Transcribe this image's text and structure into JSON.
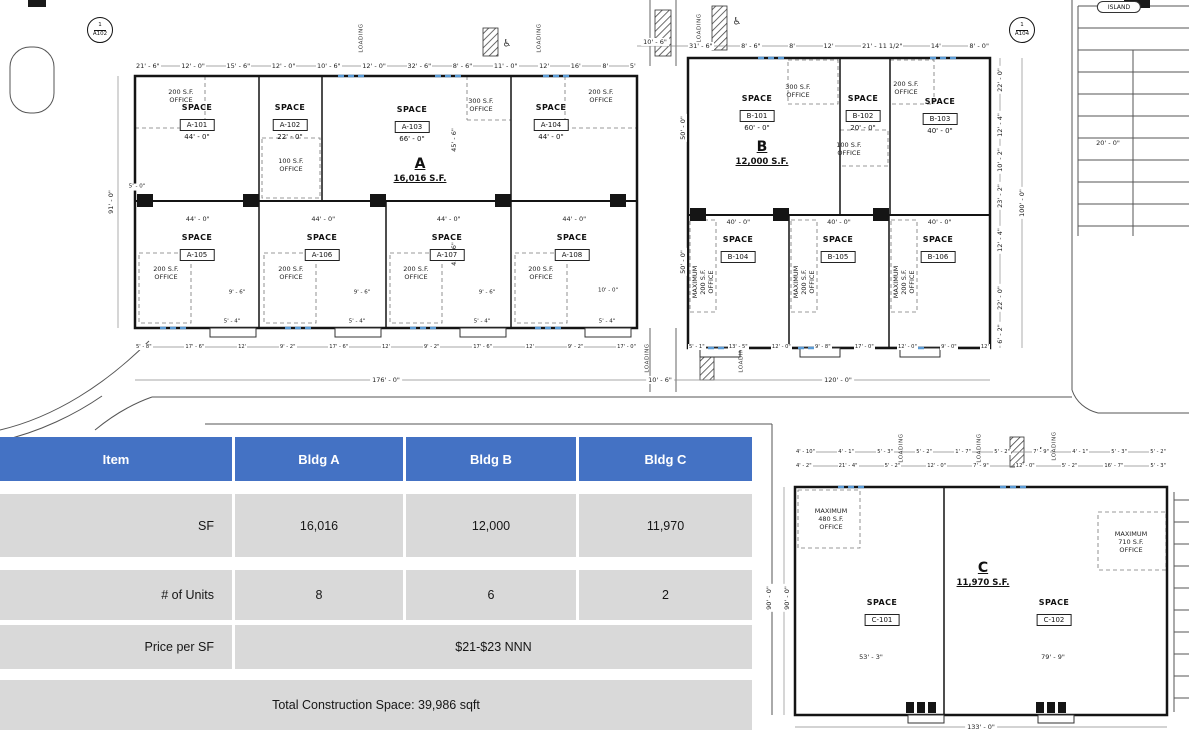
{
  "site": {
    "island": "ISLAND",
    "loading": "LOADING",
    "gap_top": "10' - 6\"",
    "gap_bottom": "10' - 6\"",
    "stall_dim": "20' - 0\"",
    "ref1": {
      "num": "1",
      "sheet": "A102"
    },
    "ref2": {
      "num": "1",
      "sheet": "A104"
    }
  },
  "icons": {
    "accessible": "♿"
  },
  "bldgA": {
    "letter": "A",
    "area": "16,016 S.F.",
    "top_dims": [
      "21' - 6\"",
      "12' - 0\"",
      "15' - 6\"",
      "12' - 0\"",
      "10' - 6\"",
      "12' - 0\"",
      "32' - 6\"",
      "8' - 6\"",
      "11' - 0\"",
      "12'",
      "16'",
      "8'",
      "5'"
    ],
    "left_dim": "91' - 0\"",
    "left_small": "5' - 0\"",
    "half_dim_top": "45' - 6\"",
    "half_dim_bottom": "45' - 6\"",
    "mid_dims": [
      "44' - 0\"",
      "44' - 0\"",
      "44' - 0\"",
      "44' - 0\""
    ],
    "spaces_top": [
      {
        "t": "SPACE",
        "id": "A-101",
        "w": "44' - 0\""
      },
      {
        "t": "SPACE",
        "id": "A-102",
        "w": "22' - 0\""
      },
      {
        "t": "SPACE",
        "id": "A-103",
        "w": "66' - 0\""
      },
      {
        "t": "SPACE",
        "id": "A-104",
        "w": "44' - 0\""
      }
    ],
    "spaces_bottom": [
      {
        "t": "SPACE",
        "id": "A-105"
      },
      {
        "t": "SPACE",
        "id": "A-106"
      },
      {
        "t": "SPACE",
        "id": "A-107"
      },
      {
        "t": "SPACE",
        "id": "A-108"
      }
    ],
    "offices": [
      "200 S.F.\nOFFICE",
      "200 S.F.\nOFFICE",
      "300 S.F.\nOFFICE",
      "100 S.F.\nOFFICE",
      "200 S.F.\nOFFICE",
      "200 S.F.\nOFFICE",
      "200 S.F.\nOFFICE",
      "200 S.F.\nOFFICE"
    ],
    "door_dims": [
      "9' - 6\"",
      "9' - 6\"",
      "9' - 6\"",
      "10' - 0\""
    ],
    "notch_dims": [
      "5' - 4\"",
      "5' - 4\"",
      "5' - 4\"",
      "5' - 4\""
    ],
    "bottom_dims": [
      "5' - 8\"",
      "17' - 6\"",
      "12'",
      "9' - 2\"",
      "17' - 6\"",
      "12'",
      "9' - 2\"",
      "17' - 6\"",
      "12'",
      "9' - 2\"",
      "17' - 0\""
    ],
    "overall_width": "176' - 0\""
  },
  "bldgB": {
    "letter": "B",
    "area": "12,000 S.F.",
    "top_dims": [
      "31' - 6\"",
      "8' - 6\"",
      "8'",
      "12'",
      "21' - 11 1/2\"",
      "14'",
      "8' - 0\""
    ],
    "left_dims": [
      "50' - 0\"",
      "50' - 0\""
    ],
    "mid_dims": [
      "40' - 0\"",
      "40' - 0\"",
      "40' - 0\""
    ],
    "spaces_top": [
      {
        "t": "SPACE",
        "id": "B-101",
        "w": "60' - 0\""
      },
      {
        "t": "SPACE",
        "id": "B-102",
        "w": "20' - 0\""
      },
      {
        "t": "SPACE",
        "id": "B-103",
        "w": "40' - 0\""
      }
    ],
    "spaces_bottom": [
      {
        "t": "SPACE",
        "id": "B-104"
      },
      {
        "t": "SPACE",
        "id": "B-105"
      },
      {
        "t": "SPACE",
        "id": "B-106"
      }
    ],
    "offices": [
      "300 S.F.\nOFFICE",
      "200 S.F.\nOFFICE",
      "100 S.F.\nOFFICE"
    ],
    "max_office": "MAXIMUM\n200 S.F.\nOFFICE",
    "right_dims": [
      "22' - 0\"",
      "12' - 4\"",
      "10' - 2\"",
      "23' - 2\"",
      "12' - 4\"",
      "22' - 0\"",
      "6' - 2\""
    ],
    "right_overall": "100' - 0\"",
    "bottom_dims": [
      "5' - 1\"",
      "13' - 5\"",
      "12' - 0\"",
      "9' - 8\"",
      "17' - 0\"",
      "12' - 0\"",
      "9' - 0\"",
      "12'"
    ],
    "overall_width": "120' - 0\""
  },
  "bldgC": {
    "letter": "C",
    "area": "11,970 S.F.",
    "top_dims_row1": [
      "4' - 10\"",
      "4' - 1\"",
      "5' - 3\"",
      "5' - 2\"",
      "1' - 7\"",
      "5' - 2\"",
      "7' - 9\"",
      "4' - 1\"",
      "5' - 3\"",
      "5' - 2\""
    ],
    "top_dims_row2": [
      "4' - 2\"",
      "21' - 4\"",
      "5' - 2\"",
      "12' - 0\"",
      "7' - 9\"",
      "12' - 0\"",
      "5' - 2\"",
      "16' - 7\"",
      "5' - 3\""
    ],
    "offices": [
      "MAXIMUM\n480 S.F.\nOFFICE",
      "MAXIMUM\n710 S.F.\nOFFICE"
    ],
    "spaces": [
      {
        "t": "SPACE",
        "id": "C-101",
        "w": "53' - 3\""
      },
      {
        "t": "SPACE",
        "id": "C-102",
        "w": "79' - 9\""
      }
    ],
    "left_dims": [
      "90' - 0\"",
      "90' - 0\""
    ],
    "overall_width": "133' - 0\""
  },
  "table": {
    "headers": [
      "Item",
      "Bldg A",
      "Bldg B",
      "Bldg C"
    ],
    "rows": [
      {
        "item": "SF",
        "a": "16,016",
        "b": "12,000",
        "c": "11,970"
      },
      {
        "item": "# of Units",
        "a": "8",
        "b": "6",
        "c": "2"
      }
    ],
    "price": {
      "item": "Price per SF",
      "value": "$21-$23 NNN"
    },
    "total": "Total Construction Space: 39,986 sqft"
  },
  "colors": {
    "header_bg": "#4472C4",
    "row_bg": "#D9D9D9",
    "accent_blue": "#5B9BD5"
  }
}
